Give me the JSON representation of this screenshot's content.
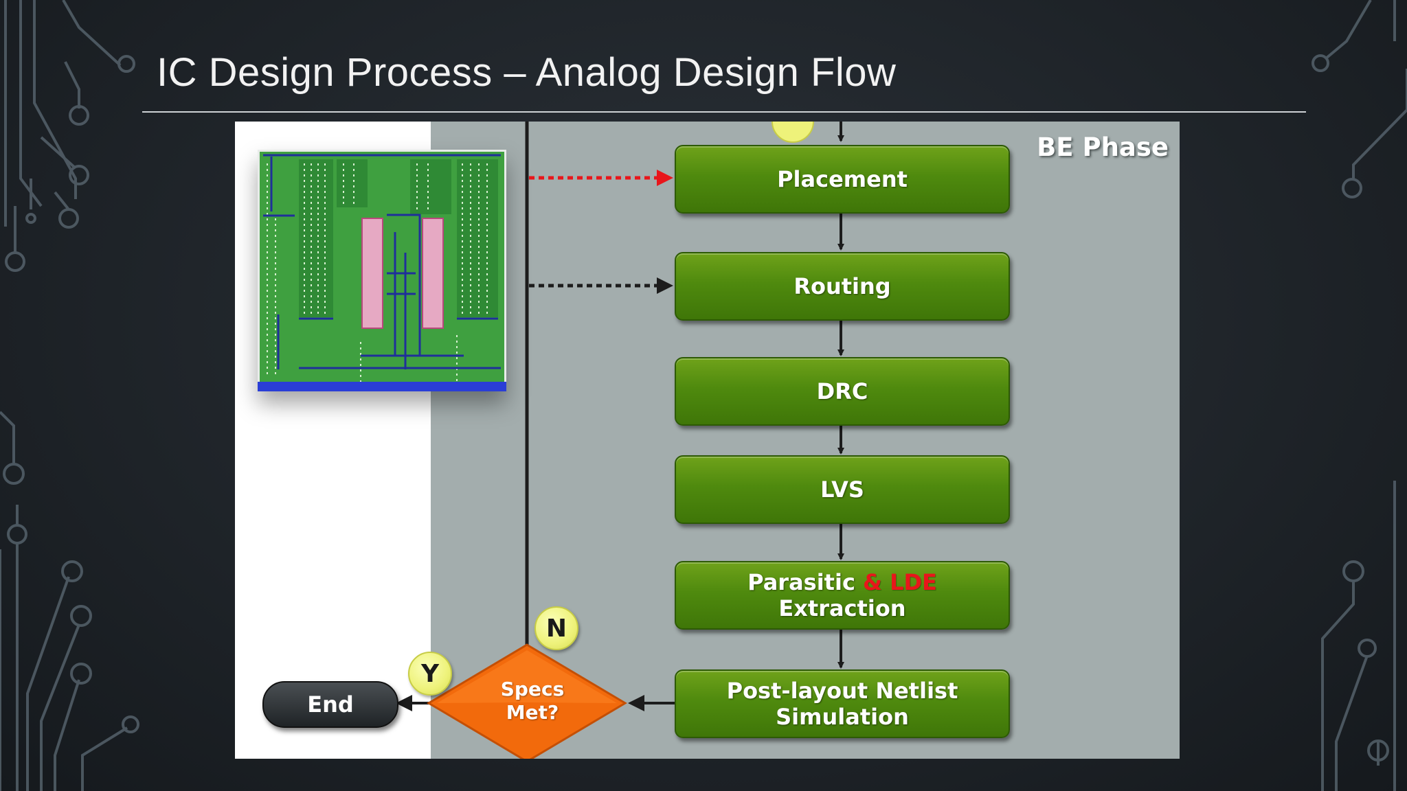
{
  "slide": {
    "title": "IC Design Process – Analog Design Flow"
  },
  "diagram": {
    "phase_label": "BE Phase",
    "steps": [
      {
        "id": "placement",
        "label": "Placement"
      },
      {
        "id": "routing",
        "label": "Routing"
      },
      {
        "id": "drc",
        "label": "DRC"
      },
      {
        "id": "lvs",
        "label": "LVS"
      },
      {
        "id": "parasitic",
        "label_main": "Parasitic",
        "label_highlight": "& LDE",
        "label_line2": "Extraction"
      },
      {
        "id": "postlayout",
        "label_line1": "Post-layout Netlist",
        "label_line2": "Simulation"
      }
    ],
    "decision": {
      "line1": "Specs",
      "line2": "Met?"
    },
    "end_label": "End",
    "badges": {
      "yes": "Y",
      "no": "N"
    },
    "colors": {
      "step_green": "#4f8a0e",
      "decision_orange": "#f26a0c",
      "highlight_red": "#e8161b",
      "dashed_red": "#e8161b",
      "panel_gray": "#a3adad"
    }
  }
}
